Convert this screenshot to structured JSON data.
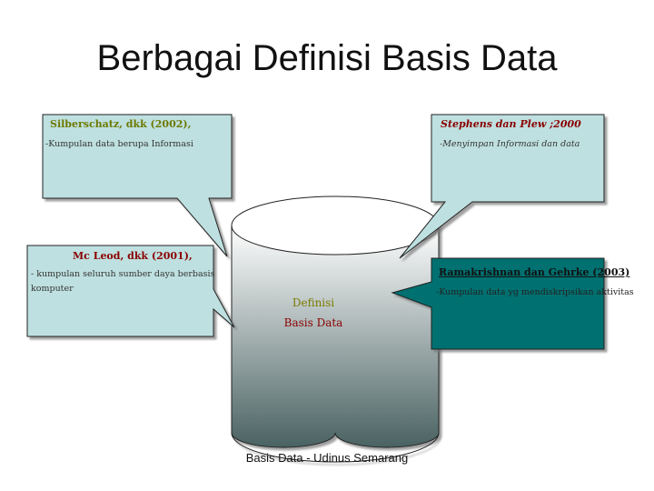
{
  "title": "Berbagai Definisi Basis Data",
  "colors": {
    "callout_light": "#bfe0e0",
    "callout_dark": "#006f6f",
    "heading_green": "#6b7a00",
    "heading_red": "#8a0000",
    "cylinder_top": "#ffffff",
    "cylinder_bottom": "#4a6262"
  },
  "callouts": {
    "silberschatz": {
      "author": "Silberschatz, dkk (2002),",
      "text": "-Kumpulan data berupa Informasi"
    },
    "stephens": {
      "author": "Stephens dan Plew ;2000",
      "text": "-Menyimpan Informasi dan data"
    },
    "mcleod": {
      "author": "Mc Leod, dkk (2001),",
      "text_line1": "- kumpulan seluruh sumber daya berbasis",
      "text_line2": "komputer"
    },
    "ramakrishnan": {
      "author": "Ramakrishnan dan Gehrke (2003)",
      "text": "-Kumpulan data yg mendiskripsikan aktivitas"
    }
  },
  "center": {
    "line1": "Definisi",
    "line2": "Basis Data"
  },
  "footer": "Basis Data - Udinus Semarang"
}
